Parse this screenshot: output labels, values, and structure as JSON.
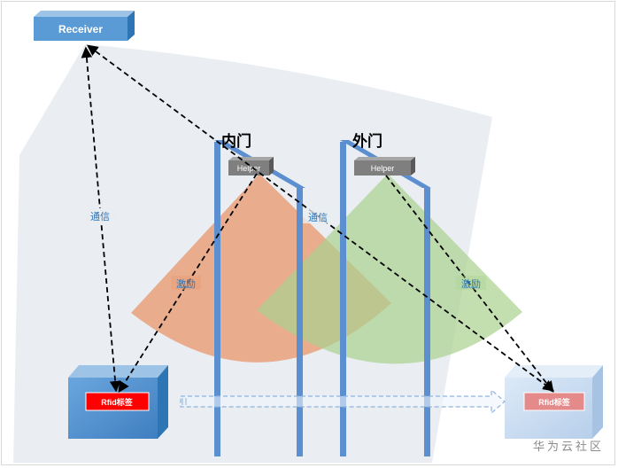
{
  "receiver": {
    "label": "Receiver"
  },
  "gates": {
    "inner": {
      "label": "内门",
      "helper_label": "Helper"
    },
    "outer": {
      "label": "外门",
      "helper_label": "Helper"
    }
  },
  "links": {
    "comm_left": "通信",
    "comm_mid": "通信",
    "excite_inner": "激励",
    "excite_outer": "激励"
  },
  "tags": {
    "left": {
      "label": "Rfid标签"
    },
    "right": {
      "label": "Rfid标签"
    }
  },
  "watermark": "华为云社区",
  "colors": {
    "receiver_blue": "#5b9bd5",
    "pillar_blue": "#5b8fcf",
    "fan_orange": "#e9a07a",
    "fan_green": "#a9d18e",
    "coverage_gray": "#e9edf2",
    "tag_red": "#ff0000",
    "helper_gray": "#7f7f7f"
  }
}
